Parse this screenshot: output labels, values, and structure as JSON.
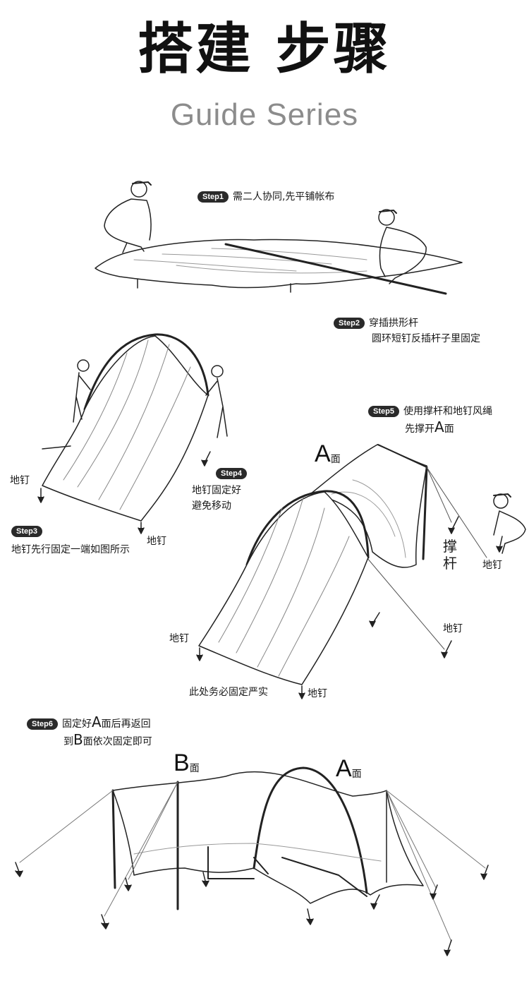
{
  "header": {
    "title": "搭建 步骤",
    "subtitle": "Guide Series"
  },
  "steps": {
    "s1": {
      "badge": "Step1",
      "line1": "需二人协同,先平铺帐布"
    },
    "s2": {
      "badge": "Step2",
      "line1": "穿插拱形杆",
      "line2": "圆环短钉反插杆子里固定"
    },
    "s3": {
      "badge": "Step3",
      "line1": "地钉先行固定一端如图所示"
    },
    "s4": {
      "badge": "Step4",
      "line1": "地钉固定好",
      "line2": "避免移动"
    },
    "s5": {
      "badge": "Step5",
      "line1": "使用撑杆和地钉风绳",
      "line2a": "先撑开",
      "line2b": "A",
      "line2c": "面"
    },
    "s6": {
      "badge": "Step6",
      "line1a": "固定好",
      "line1b": "A",
      "line1c": "面后再返回",
      "line2a": "到",
      "line2b": "B",
      "line2c": "面依次固定即可"
    }
  },
  "labels": {
    "stake": "地钉",
    "fix_secure": "此处务必固定严实",
    "pole_top": "撑",
    "pole_bottom": "杆",
    "face_a_letter": "A",
    "face_b_letter": "B",
    "face_suffix": "面"
  }
}
